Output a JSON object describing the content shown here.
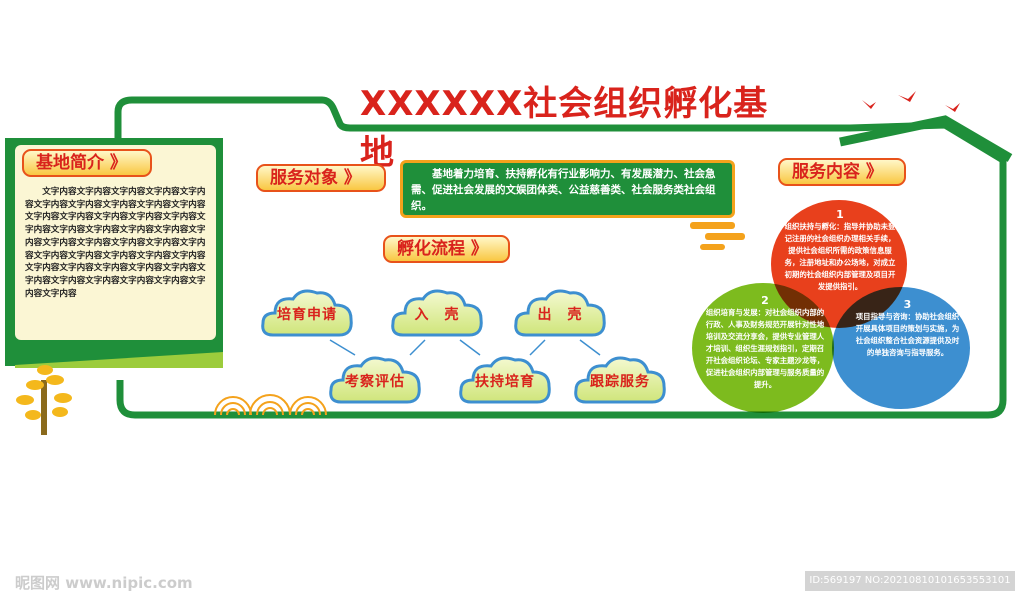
{
  "title": "XXXXXX社会组织孵化基地",
  "intro": {
    "heading": "基地简介 》",
    "text": "文字内容文字内容文字内容文字内容文字内容文字内容文字内容文字内容文字内容文字内容文字内容文字内容文字内容文字内容文字内容文字内容文字内容文字内容文字内容文字内容文字内容文字内容文字内容文字内容文字内容文字内容文字内容文字内容文字内容文字内容文字内容文字内容文字内容文字内容文字内容文字内容文字内容文字内容文字内容文字内容文字内容文字内容文字内容"
  },
  "service_target": {
    "heading": "服务对象 》",
    "text": "基地着力培育、扶持孵化有行业影响力、有发展潜力、社会急需、促进社会发展的文娱团体类、公益慈善类、社会服务类社会组织。"
  },
  "process": {
    "heading": "孵化流程 》",
    "steps": [
      "培育申请",
      "考察评估",
      "入　壳",
      "扶持培育",
      "出　壳",
      "跟踪服务"
    ]
  },
  "service_content": {
    "heading": "服务内容 》",
    "items": [
      {
        "num": "1",
        "text": "组织扶持与孵化：指导并协助未登记注册的社会组织办理相关手续，提供社会组织所需的政策信息服务，注册地址和办公场地，对成立初期的社会组织内部管理及项目开发提供指引。",
        "color": "#e8401c"
      },
      {
        "num": "2",
        "text": "组织培育与发展：对社会组织内部的行政、人事及财务规范开展针对性地培训及交流分享会，提供专业管理人才培训、组织生涯规划指引，定期召开社会组织论坛、专家主题沙龙等，促进社会组织内部管理与服务质量的提升。",
        "color": "#7dbb1e"
      },
      {
        "num": "3",
        "text": "项目指导与咨询：协助社会组织开展具体项目的策划与实施，为社会组织整合社会资源提供及时的单独咨询与指导服务。",
        "color": "#3d8fd0"
      }
    ]
  },
  "colors": {
    "frame": "#1f8f3a",
    "title": "#d9231c",
    "accent": "#f4a21c"
  },
  "watermark": {
    "left": "昵图网 www.nipic.com",
    "right": "ID:569197 NO:20210810101653553101"
  }
}
